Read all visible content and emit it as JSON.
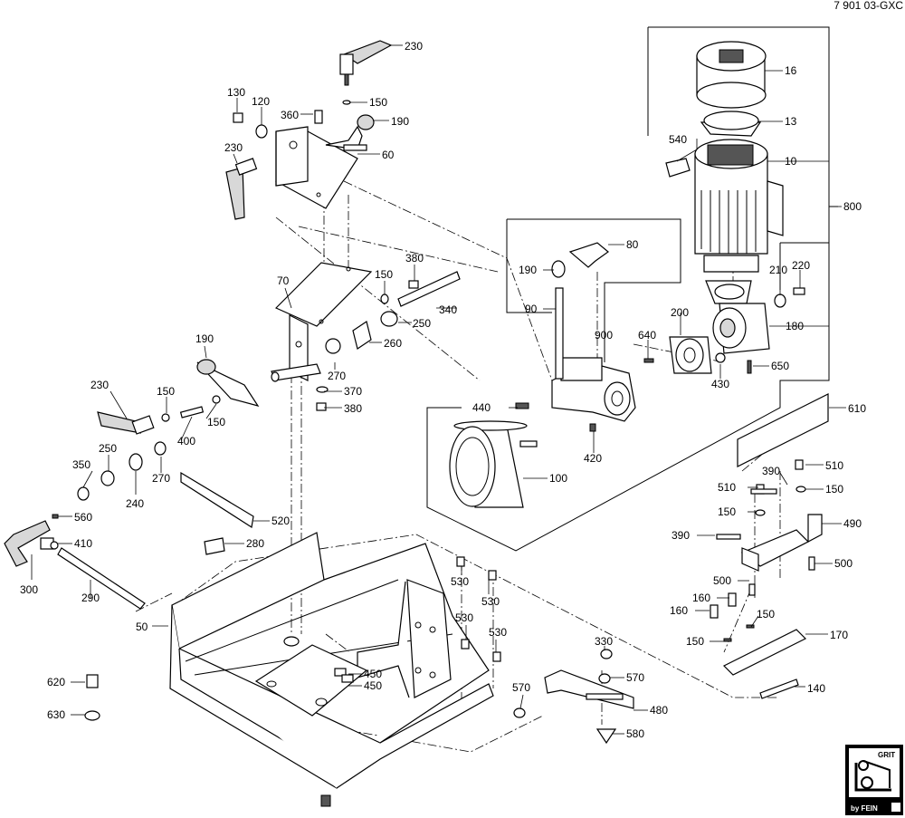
{
  "drawing_number": "7 901 03-GXC",
  "logo": {
    "brand": "GRIT",
    "sub": "by FEIN"
  },
  "callouts": {
    "c230a": "230",
    "c150a": "150",
    "c190a": "190",
    "c360": "360",
    "c130": "130",
    "c120": "120",
    "c230b": "230",
    "c60": "60",
    "c70": "70",
    "c150b": "150",
    "c380a": "380",
    "c340": "340",
    "c250a": "250",
    "c260": "260",
    "c270a": "270",
    "c370": "370",
    "c380b": "380",
    "c190b": "190",
    "c230c": "230",
    "c150c": "150",
    "c150d": "150",
    "c400": "400",
    "c250b": "250",
    "c350": "350",
    "c270b": "270",
    "c240": "240",
    "c560": "560",
    "c410": "410",
    "c300": "300",
    "c290": "290",
    "c520": "520",
    "c280": "280",
    "c50": "50",
    "c530a": "530",
    "c530b": "530",
    "c530c": "530",
    "c530d": "530",
    "c450a": "450",
    "c450b": "450",
    "c620": "620",
    "c630": "630",
    "c16": "16",
    "c13": "13",
    "c540": "540",
    "c10": "10",
    "c800": "800",
    "c80": "80",
    "c190c": "190",
    "c90": "90",
    "c210": "210",
    "c220": "220",
    "c200": "200",
    "c900": "900",
    "c640": "640",
    "c180": "180",
    "c650": "650",
    "c430": "430",
    "c440": "440",
    "c420": "420",
    "c100": "100",
    "c610": "610",
    "c390a": "390",
    "c510a": "510",
    "c510b": "510",
    "c150e": "150",
    "c150f": "150",
    "c490": "490",
    "c390b": "390",
    "c500a": "500",
    "c500b": "500",
    "c160a": "160",
    "c160b": "160",
    "c150g": "150",
    "c150h": "150",
    "c170": "170",
    "c140": "140",
    "c330": "330",
    "c570a": "570",
    "c570b": "570",
    "c480": "480",
    "c580": "580"
  }
}
